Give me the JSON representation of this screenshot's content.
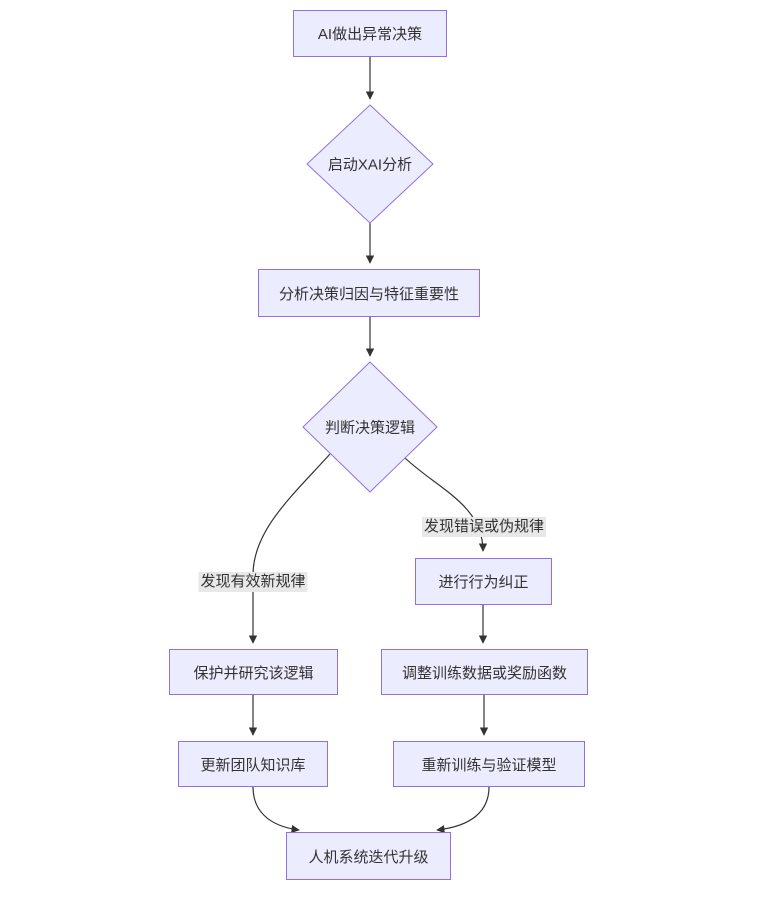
{
  "diagram": {
    "type": "flowchart",
    "direction": "top-down",
    "colors": {
      "node_fill": "#ECECFF",
      "node_border": "#9370DB",
      "edge_line": "#333333",
      "arrowhead": "#333333",
      "edge_label_bg": "#e8e8e8",
      "text": "#333333",
      "background": "#ffffff"
    },
    "nodes": [
      {
        "id": "A",
        "shape": "rect",
        "label": "AI做出异常决策"
      },
      {
        "id": "B",
        "shape": "diamond",
        "label": "启动XAI分析"
      },
      {
        "id": "C",
        "shape": "rect",
        "label": "分析决策归因与特征重要性"
      },
      {
        "id": "D",
        "shape": "diamond",
        "label": "判断决策逻辑"
      },
      {
        "id": "E",
        "shape": "rect",
        "label": "保护并研究该逻辑"
      },
      {
        "id": "F",
        "shape": "rect",
        "label": "进行行为纠正"
      },
      {
        "id": "G",
        "shape": "rect",
        "label": "更新团队知识库"
      },
      {
        "id": "H",
        "shape": "rect",
        "label": "调整训练数据或奖励函数"
      },
      {
        "id": "I",
        "shape": "rect",
        "label": "重新训练与验证模型"
      },
      {
        "id": "J",
        "shape": "rect",
        "label": "人机系统迭代升级"
      }
    ],
    "edges": [
      {
        "from": "A",
        "to": "B",
        "label": ""
      },
      {
        "from": "B",
        "to": "C",
        "label": ""
      },
      {
        "from": "C",
        "to": "D",
        "label": ""
      },
      {
        "from": "D",
        "to": "E",
        "label": "发现有效新规律"
      },
      {
        "from": "D",
        "to": "F",
        "label": "发现错误或伪规律"
      },
      {
        "from": "E",
        "to": "G",
        "label": ""
      },
      {
        "from": "F",
        "to": "H",
        "label": ""
      },
      {
        "from": "G",
        "to": "J",
        "label": ""
      },
      {
        "from": "H",
        "to": "I",
        "label": ""
      },
      {
        "from": "I",
        "to": "J",
        "label": ""
      }
    ]
  }
}
